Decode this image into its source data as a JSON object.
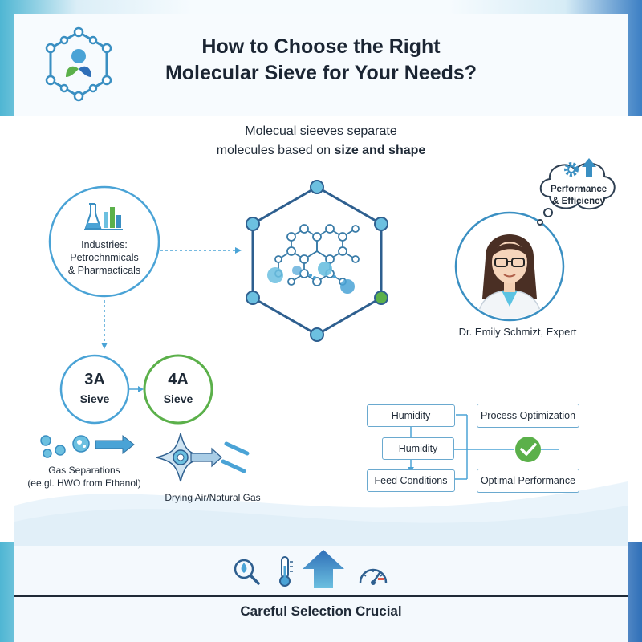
{
  "header": {
    "title_line1": "How to Choose the Right",
    "title_line2": "Molecular Sieve for Your Needs?"
  },
  "intro": {
    "line1": "Molecual sieeves separate",
    "line2_prefix": "molecules based on ",
    "line2_bold": "size and shape"
  },
  "industries": {
    "line1": "Industries:",
    "line2": "Petrochnmicals",
    "line3": "& Pharmacticals"
  },
  "sieves": {
    "a3_big": "3A",
    "a3_small": "Sieve",
    "a4_big": "4A",
    "a4_small": "Sieve"
  },
  "applications": {
    "gas_sep_line1": "Gas Separations",
    "gas_sep_line2": "(ee.gl. HWO from Ethanol)",
    "drying": "Drying Air/Natural Gas"
  },
  "expert": {
    "name": "Dr. Emily Schmizt, Expert",
    "thought_line1": "Performance",
    "thought_line2": "& Efficiency"
  },
  "flow": {
    "left": [
      "Humidity",
      "Humidity",
      "Feed Conditions"
    ],
    "right": [
      "Process Optimization",
      "Optimal Performance"
    ]
  },
  "footer": {
    "text": "Careful Selection Crucial"
  },
  "colors": {
    "primary_blue": "#3a8fc2",
    "light_blue": "#6cc0e0",
    "accent_green": "#5bb04a",
    "dark_text": "#1f2a37"
  },
  "icons": [
    "molecule-logo-icon",
    "flask-icon",
    "gear-icon",
    "arrow-up-icon",
    "check-icon",
    "magnifier-droplet-icon",
    "thermometer-icon",
    "big-up-arrow-icon",
    "gauge-icon"
  ]
}
